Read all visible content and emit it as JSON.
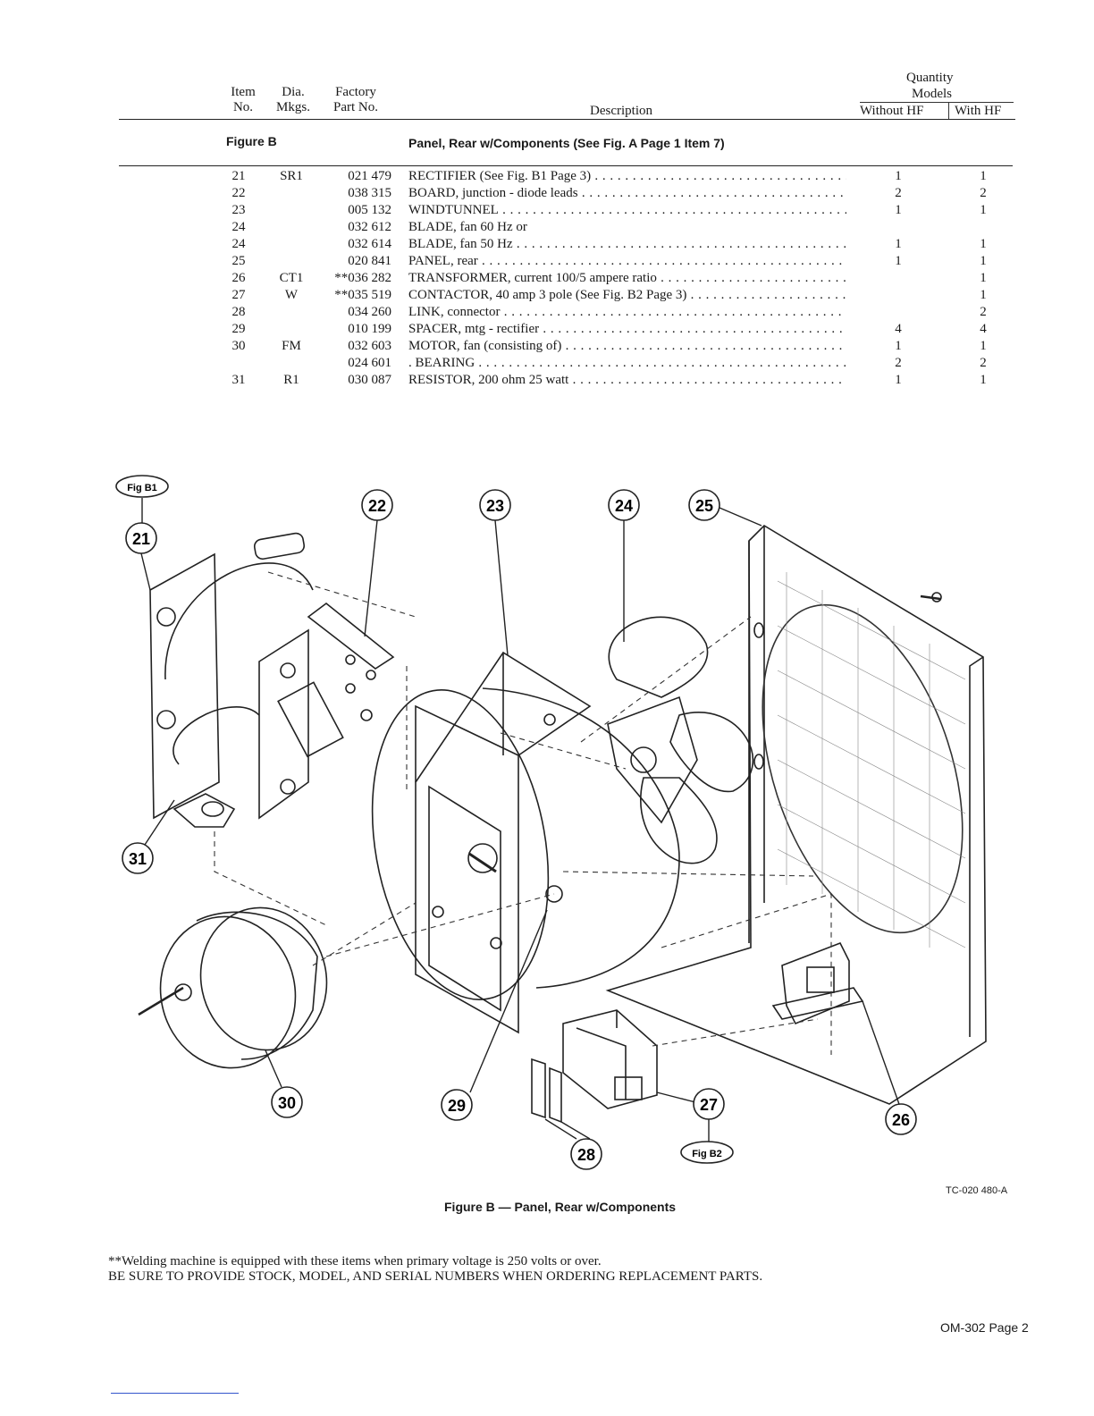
{
  "header": {
    "item_no_l1": "Item",
    "item_no_l2": "No.",
    "dia_l1": "Dia.",
    "dia_l2": "Mkgs.",
    "factory_l1": "Factory",
    "factory_l2": "Part No.",
    "description": "Description",
    "quantity": "Quantity",
    "models": "Models",
    "without_hf": "Without HF",
    "with_hf": "With HF"
  },
  "section": {
    "figure": "Figure B",
    "title": "Panel, Rear w/Components (See Fig. A Page 1 Item 7)"
  },
  "parts": [
    {
      "item": "21",
      "dia": "SR1",
      "part": "021 479",
      "desc": "RECTIFIER (See Fig. B1 Page 3)",
      "q1": "1",
      "q2": "1"
    },
    {
      "item": "22",
      "dia": "",
      "part": "038 315",
      "desc": "BOARD, junction - diode leads",
      "q1": "2",
      "q2": "2"
    },
    {
      "item": "23",
      "dia": "",
      "part": "005 132",
      "desc": "WINDTUNNEL",
      "q1": "1",
      "q2": "1"
    },
    {
      "item": "24",
      "dia": "",
      "part": "032 612",
      "desc": "BLADE, fan 60 Hz or",
      "q1": "",
      "q2": ""
    },
    {
      "item": "24",
      "dia": "",
      "part": "032 614",
      "desc": "BLADE, fan 50 Hz",
      "q1": "1",
      "q2": "1"
    },
    {
      "item": "25",
      "dia": "",
      "part": "020 841",
      "desc": "PANEL, rear",
      "q1": "1",
      "q2": "1"
    },
    {
      "item": "26",
      "dia": "CT1",
      "part": "**036 282",
      "desc": "TRANSFORMER, current 100/5 ampere ratio",
      "q1": "",
      "q2": "1"
    },
    {
      "item": "27",
      "dia": "W",
      "part": "**035 519",
      "desc": "CONTACTOR, 40 amp 3 pole (See Fig. B2 Page 3)",
      "q1": "",
      "q2": "1"
    },
    {
      "item": "28",
      "dia": "",
      "part": "034 260",
      "desc": "LINK, connector",
      "q1": "",
      "q2": "2"
    },
    {
      "item": "29",
      "dia": "",
      "part": "010 199",
      "desc": "SPACER, mtg - rectifier",
      "q1": "4",
      "q2": "4"
    },
    {
      "item": "30",
      "dia": "FM",
      "part": "032 603",
      "desc": "MOTOR, fan (consisting of)",
      "q1": "1",
      "q2": "1"
    },
    {
      "item": "",
      "dia": "",
      "part": "024 601",
      "desc": ". BEARING",
      "q1": "2",
      "q2": "2"
    },
    {
      "item": "31",
      "dia": "R1",
      "part": "030 087",
      "desc": "RESISTOR, 200 ohm 25 watt",
      "q1": "1",
      "q2": "1"
    }
  ],
  "diagram": {
    "callouts": [
      "21",
      "22",
      "23",
      "24",
      "25",
      "26",
      "27",
      "28",
      "29",
      "30",
      "31"
    ],
    "fig_b1": "Fig B1",
    "fig_b2": "Fig B2",
    "tc_number": "TC-020 480-A",
    "caption": "Figure B — Panel, Rear w/Components"
  },
  "footer": {
    "note": "**Welding machine is equipped with these items when primary voltage is 250 volts or over.",
    "notice": "BE SURE TO PROVIDE STOCK, MODEL, AND SERIAL NUMBERS WHEN ORDERING REPLACEMENT PARTS.",
    "page": "OM-302 Page 2"
  }
}
